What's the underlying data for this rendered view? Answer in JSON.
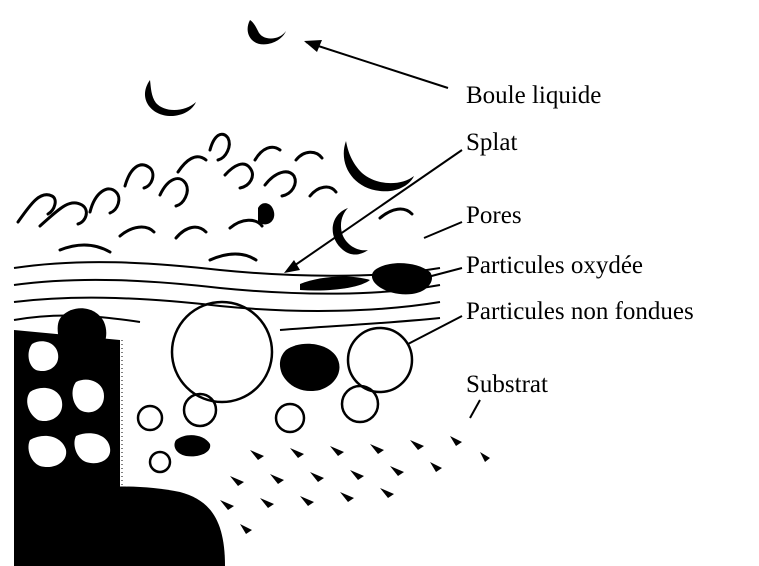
{
  "labels": {
    "liquid_droplet": "Boule liquide",
    "splat": "Splat",
    "pores": "Pores",
    "oxidized_particles": "Particules oxydée",
    "unmelted_particles": "Particules non fondues",
    "substrate": "Substrat"
  },
  "colors": {
    "ink": "#000000",
    "background": "#ffffff"
  }
}
